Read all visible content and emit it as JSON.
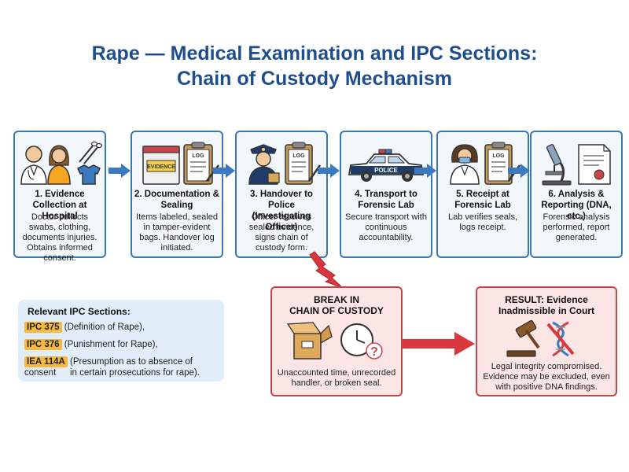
{
  "title": {
    "line1": "Rape — Medical Examination and IPC Sections:",
    "line2": "Chain of Custody Mechanism"
  },
  "colors": {
    "title": "#1f4e8c",
    "step_border": "#3a78b5",
    "step_fill": "#f2f7fc",
    "arrow_blue": "#3b7ac0",
    "alert_red": "#c9454a",
    "alert_fill": "#fbe5e5",
    "ipc_fill": "#e1edf8",
    "highlight": "#f5b942"
  },
  "steps": [
    {
      "title": "1. Evidence Collection at Hospital",
      "desc": "Doctor collects swabs, clothing, documents injuries. Obtains informed consent.",
      "icons": [
        "doctor-icon",
        "patient-icon",
        "swab-icon",
        "tshirt-icon"
      ]
    },
    {
      "title": "2. Documentation & Sealing",
      "desc": "Items labeled, sealed in tamper-evident bags. Handover log initiated.",
      "icons": [
        "evidence-bag-icon",
        "log-clipboard-icon"
      ],
      "bag_label": "EVIDENCE",
      "log_label": "LOG"
    },
    {
      "title": "3. Handover to Police (Investigating Officer)",
      "desc": "Officer receives sealed evidence, signs chain of custody form.",
      "icons": [
        "police-officer-icon",
        "log-clipboard-icon"
      ],
      "log_label": "LOG"
    },
    {
      "title": "4. Transport to Forensic Lab",
      "desc": "Secure transport with continuous accountability.",
      "icons": [
        "police-car-icon"
      ],
      "car_label": "POLICE"
    },
    {
      "title": "5. Receipt at Forensic Lab",
      "desc": "Lab verifies seals, logs receipt.",
      "icons": [
        "lab-technician-icon",
        "log-clipboard-icon"
      ],
      "log_label": "LOG"
    },
    {
      "title": "6. Analysis & Reporting (DNA, etc.)",
      "desc": "Forensic analysis performed, report generated.",
      "icons": [
        "microscope-icon",
        "report-icon"
      ]
    }
  ],
  "ipc": {
    "title": "Relevant IPC Sections:",
    "items": [
      {
        "code": "IPC 375",
        "text": " (Definition of Rape),"
      },
      {
        "code": "IPC 376",
        "text": " (Punishment for Rape),"
      },
      {
        "code": "IEA 114A",
        "text": " (Presumption as to absence of consent",
        "cont": "in certain prosecutions for rape)."
      }
    ]
  },
  "break": {
    "title_line1": "BREAK IN",
    "title_line2": "CHAIN OF CUSTODY",
    "desc_line1": "Unaccounted time, unrecorded",
    "desc_line2": "handler, or broken seal.",
    "icons": [
      "open-box-icon",
      "clock-question-icon"
    ]
  },
  "result": {
    "title_line1": "RESULT: Evidence",
    "title_line2": "Inadmissible in Court",
    "desc_line1": "Legal integrity compromised.",
    "desc_line2": "Evidence may be excluded, even",
    "desc_line3": "with positive DNA findings.",
    "icons": [
      "gavel-icon",
      "broken-dna-icon"
    ]
  }
}
